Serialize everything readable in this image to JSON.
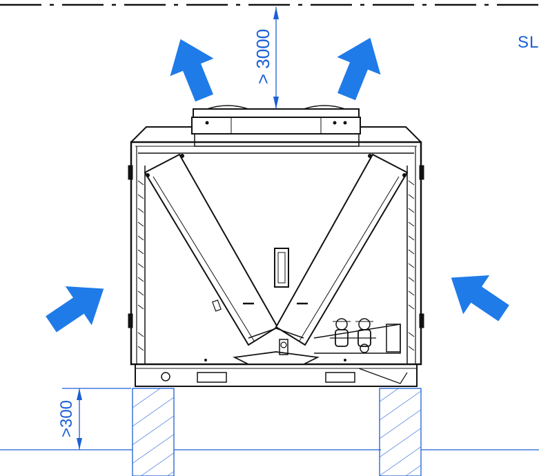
{
  "labels": {
    "top_clearance": "> 3000",
    "bottom_clearance": ">300",
    "side_label": "SL"
  },
  "colors": {
    "dimension": "#1a5fd6",
    "arrow": "#1f7be8",
    "machine": "#111111",
    "hatch": "#1a5fd6"
  },
  "icons": {
    "airflow": "arrow-icon"
  }
}
